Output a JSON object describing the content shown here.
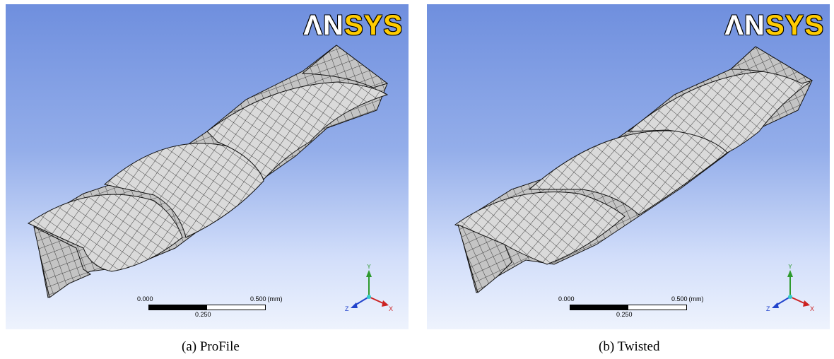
{
  "panels": [
    {
      "id": "a",
      "logo": {
        "part1": "ΛN",
        "part2": "SYS"
      },
      "scale": {
        "start": "0.000",
        "end": "0.500",
        "unit": "(mm)",
        "mid": "0.250"
      },
      "axes": {
        "y": "Y",
        "x": "X",
        "z": "Z"
      },
      "caption": "(a) ProFile"
    },
    {
      "id": "b",
      "logo": {
        "part1": "ΛN",
        "part2": "SYS"
      },
      "scale": {
        "start": "0.000",
        "end": "0.500",
        "unit": "(mm)",
        "mid": "0.250"
      },
      "axes": {
        "y": "Y",
        "x": "X",
        "z": "Z"
      },
      "caption": "(b) Twisted"
    }
  ],
  "colors": {
    "background_top": "#6f8fde",
    "background_bottom": "#eef3fd",
    "mesh_fill": "#d8d8d8",
    "mesh_line": "#111111",
    "logo_white": "#ffffff",
    "logo_yellow": "#ffcc00",
    "axis_y": "#2e9a2e",
    "axis_x": "#cc2222",
    "axis_z": "#2244cc"
  }
}
